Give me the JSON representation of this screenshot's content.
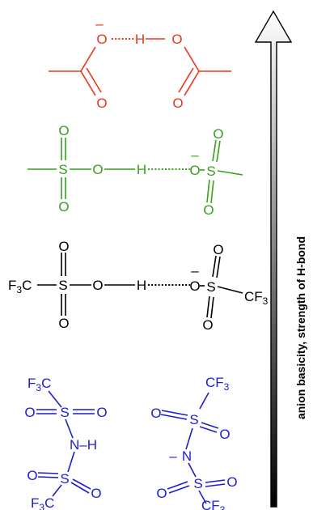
{
  "colors": {
    "acetate": "#e8341c",
    "mesylate": "#35a11c",
    "triflate": "#000000",
    "triflimide": "#1d1dcc",
    "arrow_top": "#ffffff",
    "arrow_bottom": "#000000",
    "arrow_outline": "#000000"
  },
  "atoms": {
    "O": "O",
    "H": "H",
    "S": "S",
    "N": "N",
    "F3C_main": "F",
    "F3C_sub": "3",
    "F3C_tail": "C",
    "CF3_main": "CF",
    "CF3_sub": "3",
    "N_H": "N–H",
    "minus": "–"
  },
  "arrow": {
    "label": "anion basicity, strength of H-bond",
    "direction": "up"
  }
}
